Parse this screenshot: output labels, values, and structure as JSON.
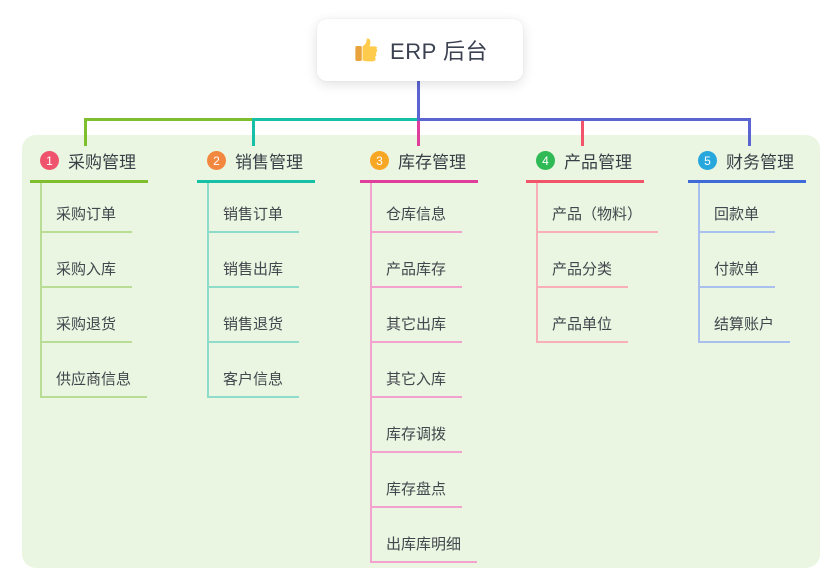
{
  "root": {
    "label": "ERP 后台",
    "icon": "thumbs-up-icon"
  },
  "branches": [
    {
      "num": "1",
      "title": "采购管理",
      "badge_color": "#f0546c",
      "color": "#7fbe2e",
      "light_color": "#b9dd95",
      "children": [
        "采购订单",
        "采购入库",
        "采购退货",
        "供应商信息"
      ]
    },
    {
      "num": "2",
      "title": "销售管理",
      "badge_color": "#f2873f",
      "color": "#16c0a6",
      "light_color": "#8fdccb",
      "children": [
        "销售订单",
        "销售出库",
        "销售退货",
        "客户信息"
      ]
    },
    {
      "num": "3",
      "title": "库存管理",
      "badge_color": "#f7a723",
      "color": "#e03e9c",
      "light_color": "#f2a2cc",
      "children": [
        "仓库信息",
        "产品库存",
        "其它出库",
        "其它入库",
        "库存调拨",
        "库存盘点",
        "出库库明细"
      ]
    },
    {
      "num": "4",
      "title": "产品管理",
      "badge_color": "#30ba55",
      "color": "#f25569",
      "light_color": "#f8afb8",
      "children": [
        "产品（物料）",
        "产品分类",
        "产品单位"
      ]
    },
    {
      "num": "5",
      "title": "财务管理",
      "badge_color": "#28a7dd",
      "color": "#3e6bd8",
      "light_color": "#a9c0ee",
      "children": [
        "回款单",
        "付款单",
        "结算账户"
      ]
    }
  ],
  "colors": {
    "connector_indigo": "#5b65d2",
    "branch_green": "#7fbe2e",
    "branch_teal": "#16c0a6",
    "branch_magenta": "#e03e9c",
    "branch_red": "#f25569",
    "branch_blue": "#3e6bd8",
    "panel_bg": "#eaf6e1"
  }
}
